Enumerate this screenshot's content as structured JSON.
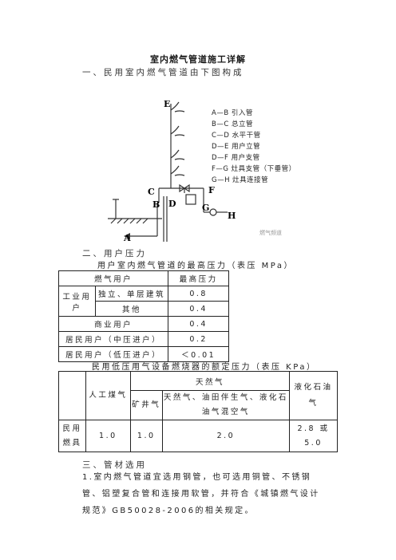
{
  "title": "室内燃气管道施工详解",
  "section1": "一、民用室内燃气管道由下图构成",
  "diagram": {
    "points": [
      "E",
      "C",
      "D",
      "B",
      "A",
      "F",
      "G",
      "H"
    ],
    "legend": [
      "A—B 引入管",
      "B—C 总立管",
      "C—D 水平干管",
      "D—E 用户立管",
      "D—F 用户支管",
      "F—G 灶具支管（下垂管）",
      "G—H 灶具连接管"
    ],
    "watermark": "燃气频道"
  },
  "section2": "二、用户压力",
  "table1": {
    "caption": "用户室内燃气管道的最高压力（表压 MPa）",
    "header": [
      "燃气用户",
      "最高压力"
    ],
    "industrial_label": "工业用户",
    "rows": [
      {
        "label": "独立、单层建筑",
        "value": "0.8"
      },
      {
        "label": "其他",
        "value": "0.4"
      }
    ],
    "commercial": {
      "label": "商业用户",
      "value": "0.4"
    },
    "resident_mid": {
      "label": "居民用户（中压进户）",
      "value": "0.2"
    },
    "resident_low": {
      "label": "居民用户（低压进户）",
      "value": "＜0.01"
    }
  },
  "table2": {
    "caption": "民用低压用气设备燃烧器的额定压力（表压 KPa）",
    "h_manmade": "人工煤气",
    "h_natural": "天然气",
    "h_mine": "矿井气",
    "h_natmix": "天然气、油田伴生气、液化石油气混空气",
    "h_lpg": "液化石油气",
    "row_label": "民用燃具",
    "v_manmade": "1.0",
    "v_mine": "1.0",
    "v_natmix": "2.0",
    "v_lpg": "2.8 或 5.0"
  },
  "section3": "三、管材选用",
  "paragraph": "1.室内燃气管道宜选用钢管，也可选用铜管、不锈钢管、铝塑复合管和连接用软管，并符合《城镇燃气设计规范》GB50028-2006的相关规定。"
}
